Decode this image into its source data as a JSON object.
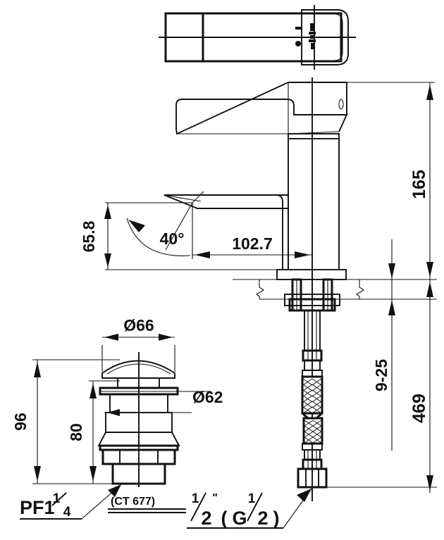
{
  "drawing": {
    "title": "Single lever basin faucet dimensional drawing",
    "units": "mm",
    "line_color": "#111111",
    "background_color": "#ffffff"
  },
  "dimensions": {
    "height_spout": "165",
    "total_height": "469",
    "spout_reach": "102.7",
    "spout_outlet_height": "65.8",
    "aerator_angle": "40°",
    "deck_thickness_range": "9-25",
    "drain_total_height": "96",
    "drain_body_height": "80",
    "drain_cap_diameter": "Ø66",
    "drain_flange_diameter": "Ø62"
  },
  "labels": {
    "drain_thread": {
      "prefix": "PF1",
      "fraction_numerator": "1",
      "fraction_denominator": "4"
    },
    "model_code": "(CT 677)",
    "supply_thread": {
      "numerator": "1",
      "denominator": "2",
      "inch_mark": "\"",
      "open_paren": "(",
      "g_letter": "G",
      "g_numerator": "1",
      "g_denominator": "2",
      "close_paren": ")"
    }
  },
  "views": {
    "top_view": "plan view of lever handle and body",
    "side_view": "elevation of faucet with flexible supply hoses",
    "drain_view": "pop-up drain assembly section"
  }
}
